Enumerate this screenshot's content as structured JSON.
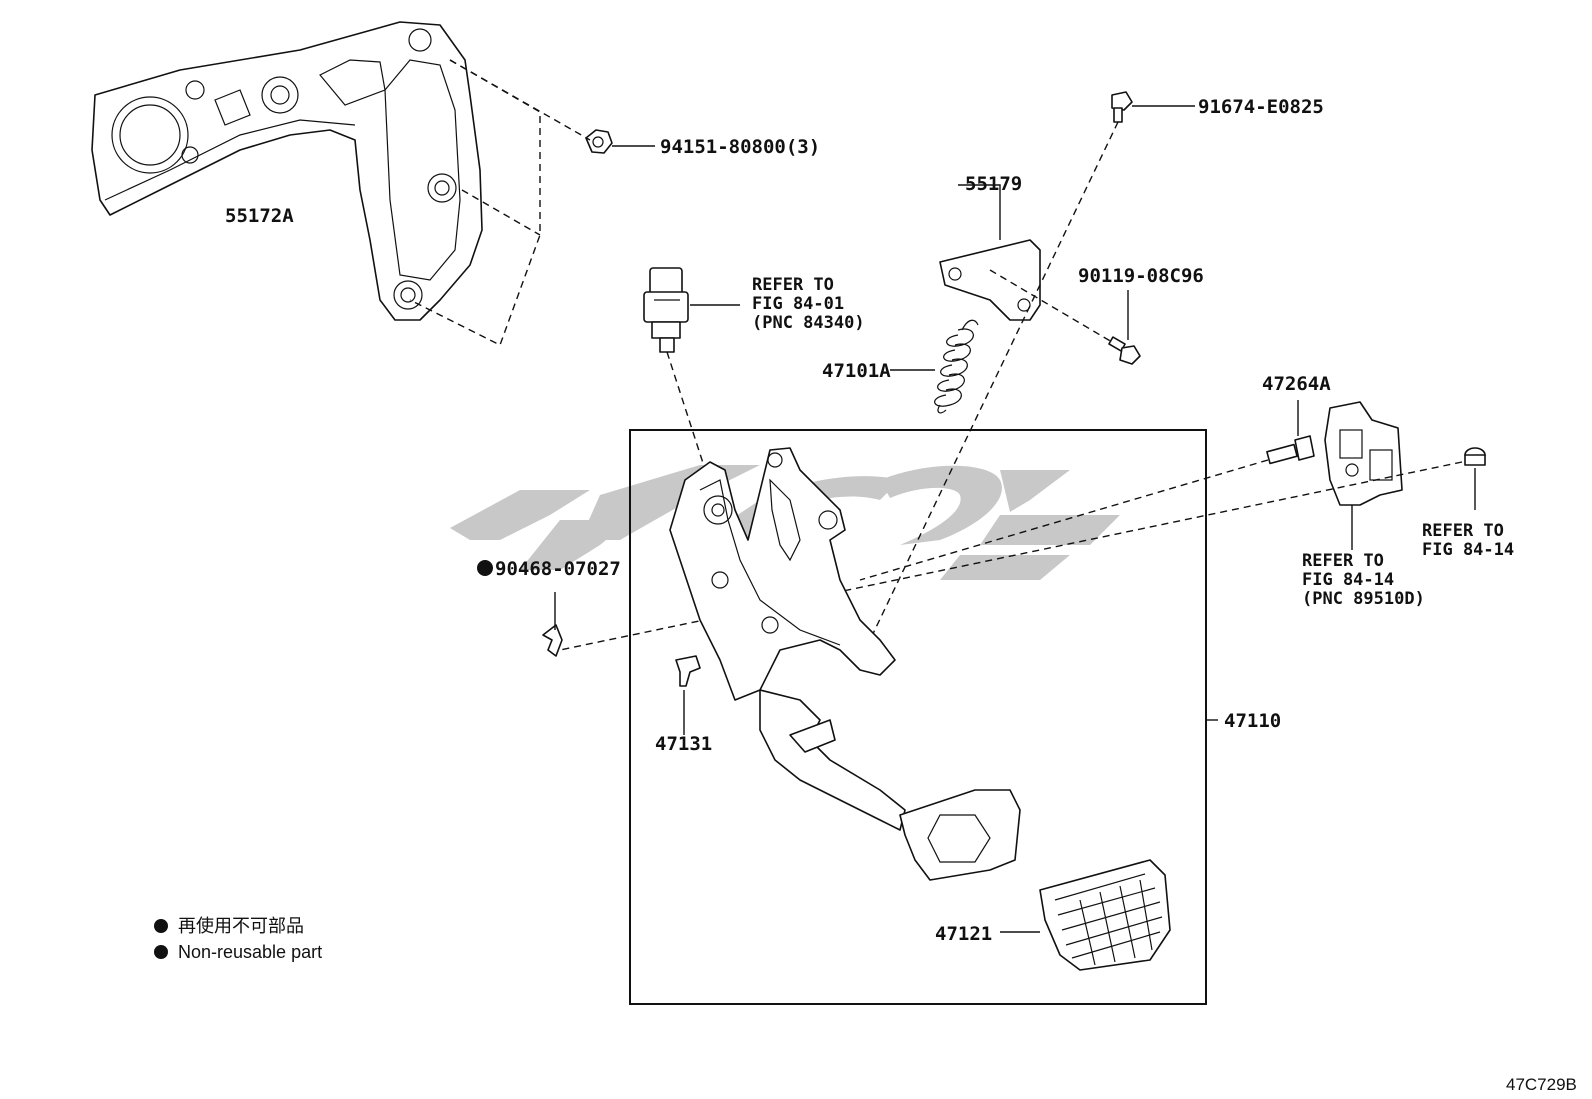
{
  "labels": {
    "bracket": "55172A",
    "nut": "94151-80800(3)",
    "bolt_top": "91674-E0825",
    "plate": "55179",
    "bolt_side": "90119-08C96",
    "spring": "47101A",
    "pin": "47264A",
    "clip": "90468-07027",
    "stopper": "47131",
    "assembly": "47110",
    "pad": "47121"
  },
  "refs": {
    "switch": [
      "REFER TO",
      "FIG 84-01",
      "(PNC 84340)"
    ],
    "sensor": [
      "REFER TO",
      "FIG 84-14",
      "(PNC 89510D)"
    ],
    "cap": [
      "REFER TO",
      "FIG 84-14"
    ]
  },
  "legend": {
    "line_jp": "再使用不可部品",
    "line_en": "Non-reusable part"
  },
  "diagram_code": "47C729B",
  "colors": {
    "ink": "#111111",
    "watermark": "#c8c8c8",
    "background": "#ffffff"
  }
}
